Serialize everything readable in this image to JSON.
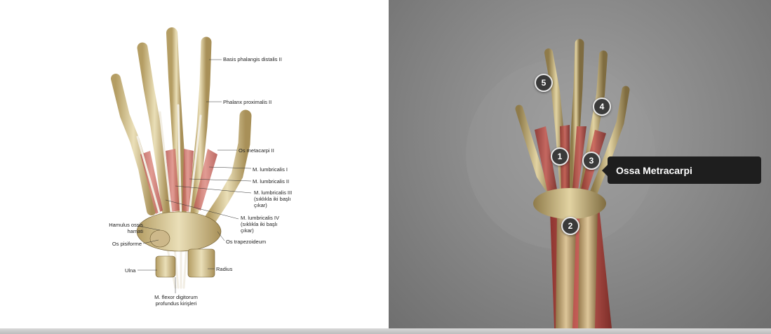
{
  "left_labels": [
    {
      "id": "basis",
      "text": "Basis phalangis distalis II"
    },
    {
      "id": "phalanx",
      "text": "Phalanx proximalis II"
    },
    {
      "id": "osmeta",
      "text": "Os metacarpi II"
    },
    {
      "id": "lumb1",
      "text": "M. lumbricalis I"
    },
    {
      "id": "lumb2",
      "text": "M. lumbricalis II"
    },
    {
      "id": "lumb3",
      "text": "M. lumbricalis III\n(sıklıkla iki başlı\nçıkar)"
    },
    {
      "id": "lumb4",
      "text": "M. lumbricalis IV\n(sıklıkla iki başlı\nçıkar)"
    },
    {
      "id": "hamulus",
      "text": "Hamulus ossis\nhamati"
    },
    {
      "id": "pisi",
      "text": "Os pisiforme"
    },
    {
      "id": "trapez",
      "text": "Os trapezoideum"
    },
    {
      "id": "ulna",
      "text": "Ulna"
    },
    {
      "id": "radius",
      "text": "Radius"
    },
    {
      "id": "flexor",
      "text": "M. flexor digitorum\nprofundus kirişleri"
    }
  ],
  "markers": [
    "1",
    "2",
    "3",
    "4",
    "5"
  ],
  "tooltip": {
    "label": "Ossa Metracarpi"
  },
  "colors": {
    "bone": "#d9c99a",
    "muscle": "#c0605a",
    "tendon": "#ece7dc",
    "tooltip_bg": "#1e1e1e"
  }
}
